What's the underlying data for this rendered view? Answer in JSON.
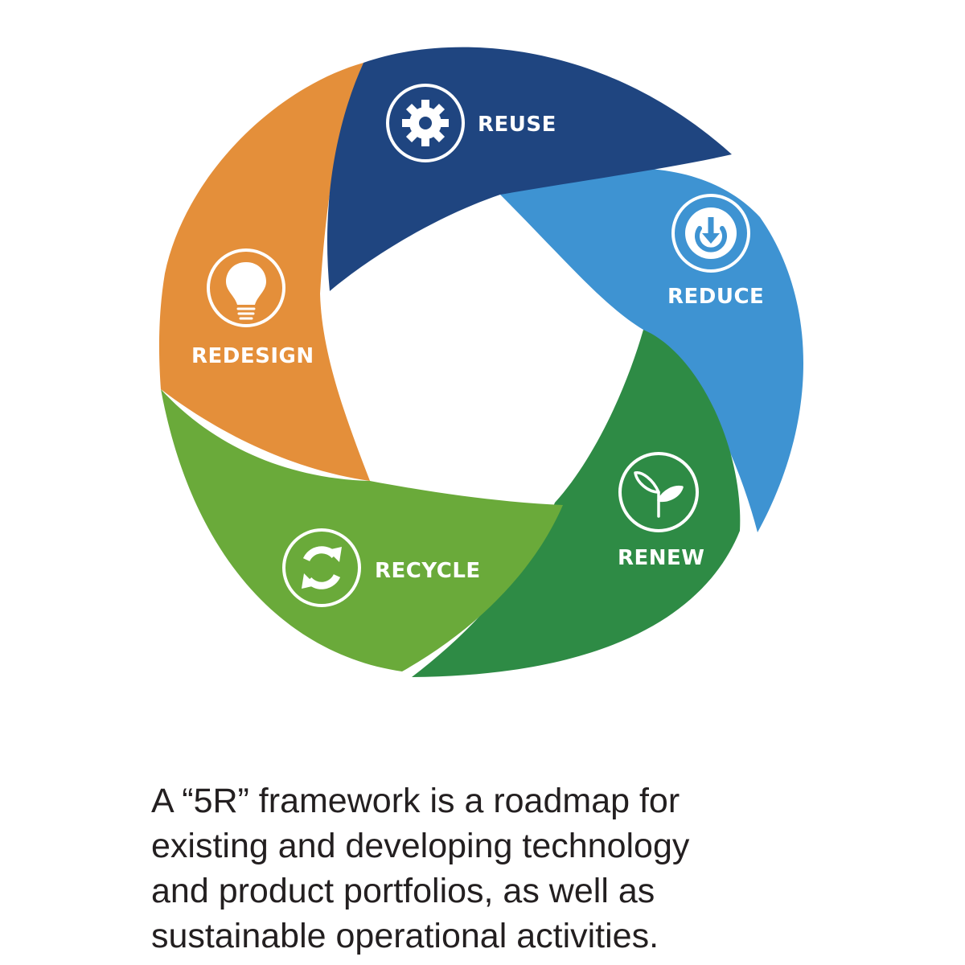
{
  "diagram": {
    "segments": [
      {
        "id": "reuse",
        "label": "REUSE",
        "icon": "gear-icon",
        "color": "#1f4580"
      },
      {
        "id": "reduce",
        "label": "REDUCE",
        "icon": "down-arrow-icon",
        "color": "#3e93d2"
      },
      {
        "id": "renew",
        "label": "RENEW",
        "icon": "sprout-icon",
        "color": "#2e8b45"
      },
      {
        "id": "recycle",
        "label": "RECYCLE",
        "icon": "recycle-arrows-icon",
        "color": "#6aaa3a"
      },
      {
        "id": "redesign",
        "label": "REDESIGN",
        "icon": "lightbulb-icon",
        "color": "#e48f3a"
      }
    ]
  },
  "caption": {
    "lines": [
      "A “5R” framework is a roadmap for",
      "existing and developing technology",
      "and product portfolios, as well as",
      "sustainable operational activities."
    ]
  }
}
